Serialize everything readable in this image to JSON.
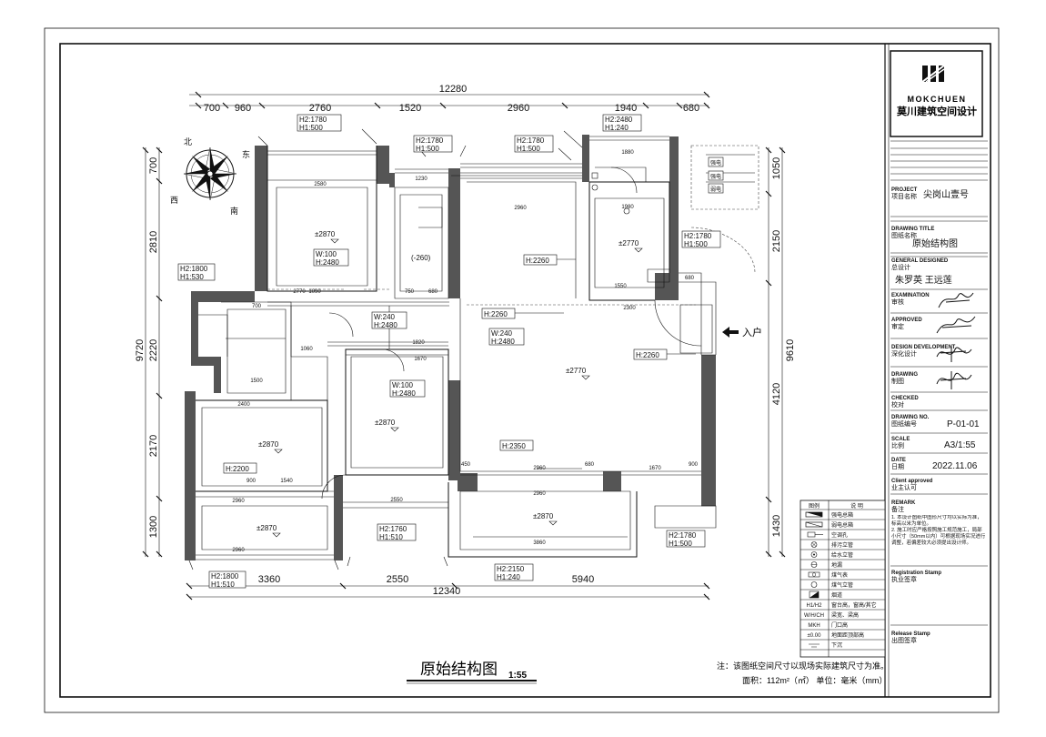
{
  "title_block": {
    "brand_en": "MOKCHUEN",
    "brand_cn": "莫川建筑空间设计",
    "project_label_en": "PROJECT",
    "project_label_cn": "项目名称",
    "project_value": "尖岗山壹号",
    "drawing_title_label_en": "DRAWING TITLE",
    "drawing_title_label_cn": "图纸名称",
    "drawing_title_value": "原始结构图",
    "general_design_label_en": "GENERAL DESIGNED",
    "general_design_label_cn": "总设计",
    "general_design_value": "朱罗英   王远莲",
    "examination_label_en": "EXAMINATION",
    "examination_label_cn": "审核",
    "approved_label_en": "APPROVED",
    "approved_label_cn": "审定",
    "design_dev_label_en": "DESIGN DEVELOPMENT",
    "design_dev_label_cn": "深化设计",
    "drawing_label_en": "DRAWING",
    "drawing_label_cn": "制图",
    "checked_label_en": "CHECKED",
    "checked_label_cn": "校对",
    "drawing_no_label_en": "DRAWING NO.",
    "drawing_no_label_cn": "图纸编号",
    "drawing_no_value": "P-01-01",
    "scale_label_en": "SCALE",
    "scale_label_cn": "比例",
    "scale_value": "A3/1:55",
    "date_label_en": "DATE",
    "date_label_cn": "日期",
    "date_value": "2022.11.06",
    "client_label_en": "Client approved",
    "client_label_cn": "业主认可",
    "remark_label_en": "REMARK",
    "remark_label_cn": "备注",
    "remark_1": "1. 本设计图纸中图形尺寸均以实际为准，标高以米为单位。",
    "remark_2": "2. 施工时应严格按照施工规范施工，局部小尺寸（50mm以内）可根据现场实况进行调整，若偏差较大必须提出设计师。",
    "registration_label_en": "Registration Stamp",
    "registration_label_cn": "执业签章",
    "release_label_en": "Release Stamp",
    "release_label_cn": "出图签章"
  },
  "legend": {
    "header_symbol": "图例",
    "header_desc": "说  明",
    "items": [
      {
        "symbol": "",
        "desc": "强电总箱"
      },
      {
        "symbol": "",
        "desc": "弱电总箱"
      },
      {
        "symbol": "",
        "desc": "空调孔"
      },
      {
        "symbol": "",
        "desc": "排污立管"
      },
      {
        "symbol": "",
        "desc": "给水立管"
      },
      {
        "symbol": "",
        "desc": "地漏"
      },
      {
        "symbol": "",
        "desc": "煤气表"
      },
      {
        "symbol": "",
        "desc": "煤气立管"
      },
      {
        "symbol": "",
        "desc": "烟道"
      },
      {
        "symbol": "H1/H2",
        "desc": "窗台高，窗高/其它"
      },
      {
        "symbol": "W/H/CH",
        "desc": "梁宽、梁高"
      },
      {
        "symbol": "MKH",
        "desc": "门口高"
      },
      {
        "symbol": "±0.00",
        "desc": "地面距顶部高"
      },
      {
        "symbol": "",
        "desc": "下沉"
      }
    ]
  },
  "drawing": {
    "title": "原始结构图",
    "scale": "1:55",
    "note": "注：该图纸空间尺寸以现场实际建筑尺寸为准。",
    "area_line": "面积：112m²（㎡） 单位：毫米（mm）",
    "entry_label": "入户",
    "compass": {
      "north": "北",
      "east": "东",
      "south": "南",
      "west": "西"
    },
    "top_dims": [
      "700",
      "960",
      "2760",
      "1520",
      "2960",
      "1940",
      "680"
    ],
    "top_total": "12280",
    "bottom_dims": [
      "3360",
      "2550",
      "5940"
    ],
    "bottom_total": "12340",
    "left_dims": [
      "700",
      "2810",
      "2220",
      "2170",
      "1300"
    ],
    "left_total": "9720",
    "right_dims": [
      "1050",
      "2150",
      "4120",
      "1430"
    ],
    "right_total": "9610",
    "tags": [
      "H2:1780",
      "H1:500",
      "H2:1780",
      "H1:500",
      "H2:1780",
      "H1:500",
      "H2:2480",
      "H1:240",
      "H2:1800",
      "H1:530",
      "H2:1780",
      "H1:500",
      "H2:1760",
      "H1:510",
      "H2:2150",
      "H1:240",
      "H2:1780",
      "H1:500",
      "H2:1800",
      "H1:510"
    ],
    "beams": [
      "W:100",
      "H:2480",
      "W:240",
      "H:2480",
      "W:240",
      "H:2480",
      "W:100",
      "H:2480"
    ],
    "heights": [
      "H:2260",
      "H:2260",
      "H:2260",
      "H:2350",
      "H:2200"
    ],
    "levels": [
      "±2870",
      "±2770",
      "±2770",
      "±2870",
      "±2870",
      "±2870",
      "±2870",
      "(-260)"
    ],
    "meter_box": {
      "a": "强电",
      "b": "强电",
      "c": "弱电"
    }
  }
}
